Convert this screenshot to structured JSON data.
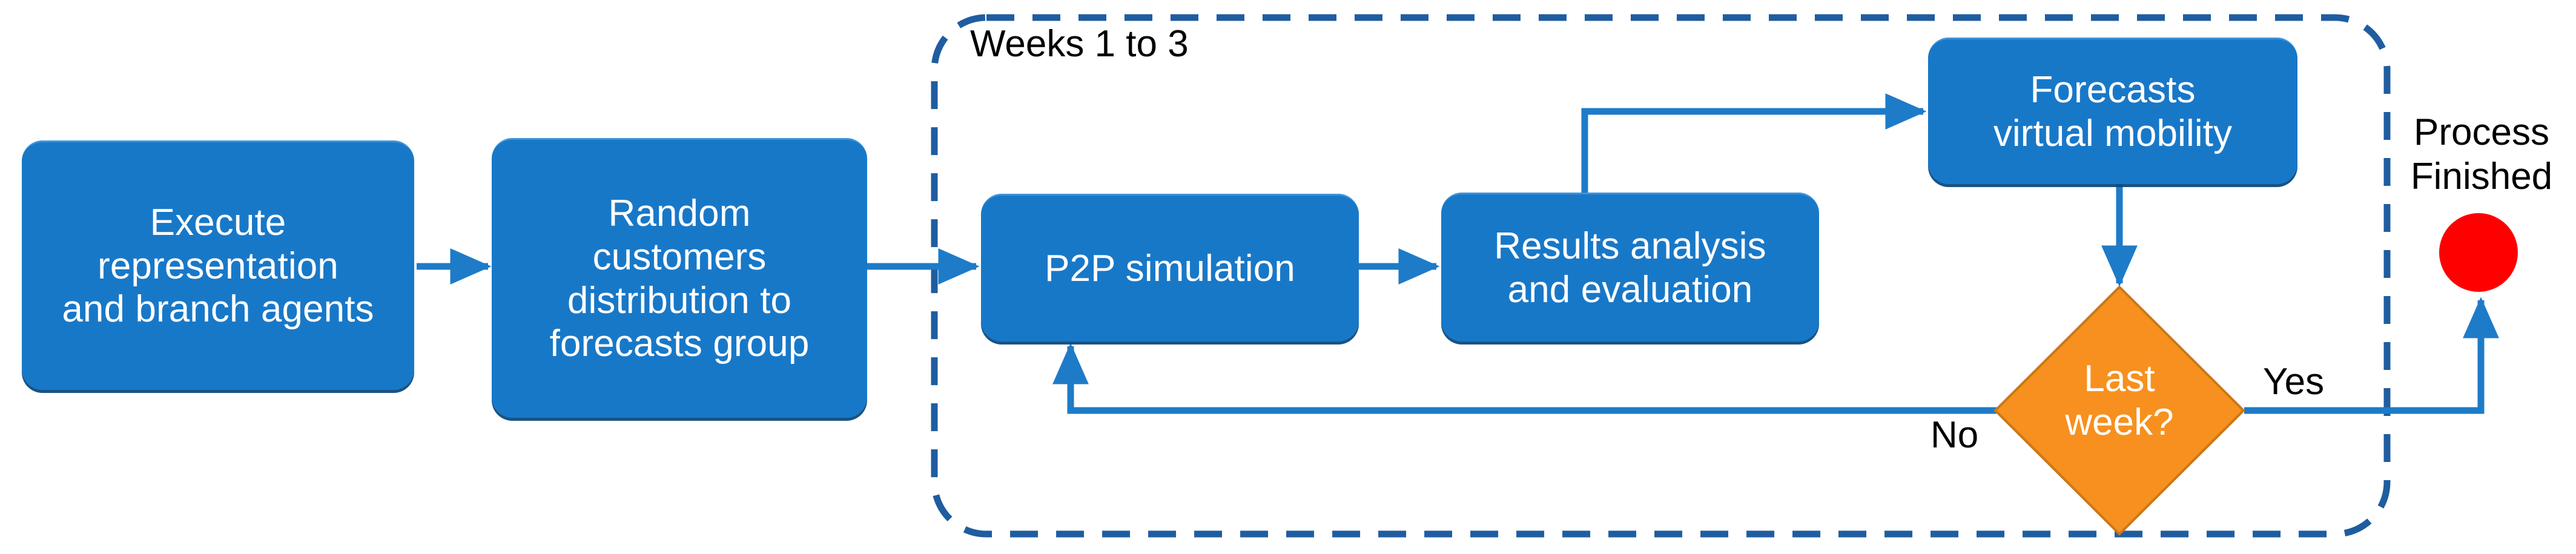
{
  "diagram": {
    "title_text": "Weeks 1 to 3",
    "colors": {
      "process_fill": "#1878C8",
      "process_text": "#FFFFFF",
      "decision_fill": "#F7901E",
      "decision_text": "#FFFFFF",
      "connector": "#1E7BC8",
      "group_border": "#1F5DA0",
      "terminator_fill": "#FF0000",
      "label_text": "#000000",
      "background": "#FFFFFF"
    },
    "nodes": [
      {
        "id": "execute-agents",
        "type": "process",
        "label": "Execute\nrepresentation\nand branch agents"
      },
      {
        "id": "random-distribution",
        "type": "process",
        "label": "Random\ncustomers\ndistribution to\nforecasts group"
      },
      {
        "id": "p2p-simulation",
        "type": "process",
        "label": "P2P simulation"
      },
      {
        "id": "results-analysis",
        "type": "process",
        "label": "Results analysis\nand evaluation"
      },
      {
        "id": "forecasts-mobility",
        "type": "process",
        "label": "Forecasts\nvirtual mobility"
      },
      {
        "id": "last-week-decision",
        "type": "decision",
        "label": "Last\nweek?"
      },
      {
        "id": "process-finished",
        "type": "terminator",
        "label": "Process\nFinished"
      }
    ],
    "edge_labels": {
      "yes": "Yes",
      "no": "No"
    },
    "group": {
      "id": "weeks-group",
      "label": "Weeks 1 to 3",
      "style": "dashed-rounded"
    }
  }
}
